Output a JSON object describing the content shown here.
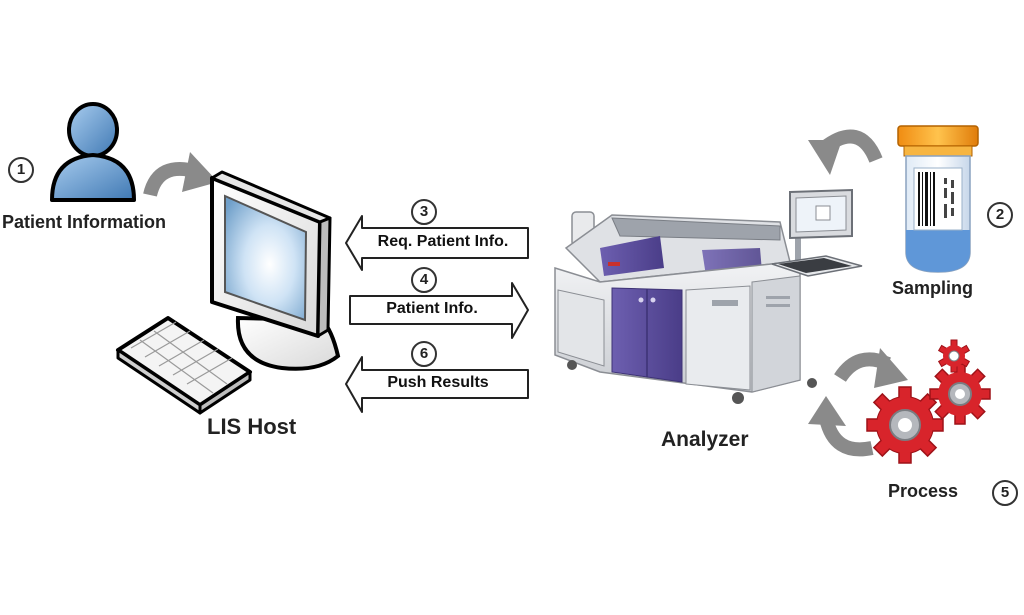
{
  "labels": {
    "patient_information": "Patient Information",
    "lis_host": "LIS Host",
    "analyzer": "Analyzer",
    "sampling": "Sampling",
    "process": "Process"
  },
  "steps": {
    "s1": "1",
    "s2": "2",
    "s3": "3",
    "s4": "4",
    "s5": "5",
    "s6": "6"
  },
  "arrows": {
    "req_patient_info": "Req. Patient Info.",
    "patient_info": "Patient Info.",
    "push_results": "Push Results"
  },
  "colors": {
    "person_blue": "#5f97c9",
    "curve_arrow_gray": "#8a8a8a",
    "gear_red": "#d8242b",
    "analyzer_purple": "#5a4b9c",
    "tube_cap_orange": "#f5a21c",
    "tube_blue": "#6fa3dc"
  },
  "icons": {
    "person": "person-icon",
    "computer": "computer-icon",
    "keyboard": "keyboard-icon",
    "analyzer": "analyzer-machine",
    "tube": "sample-tube-icon",
    "gears": "gears-icon"
  }
}
